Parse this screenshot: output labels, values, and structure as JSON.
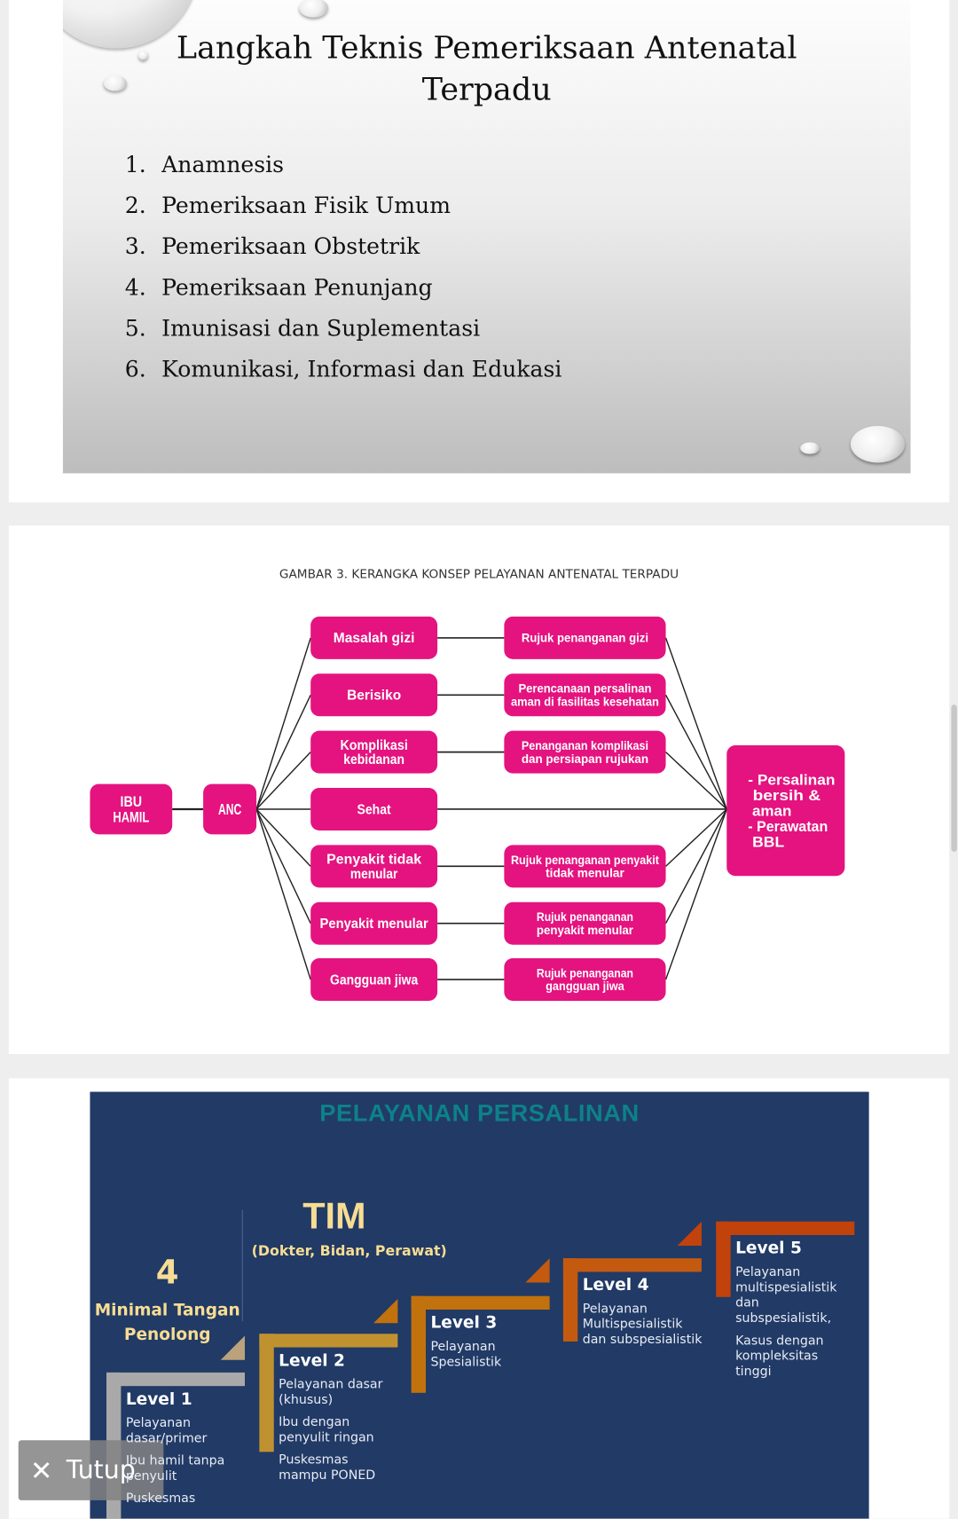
{
  "slide1": {
    "title_line1": "Langkah Teknis Pemeriksaan Antenatal",
    "title_line2": "Terpadu",
    "items": [
      {
        "num": "1.",
        "text": "Anamnesis"
      },
      {
        "num": "2.",
        "text": "Pemeriksaan Fisik Umum"
      },
      {
        "num": "3.",
        "text": "Pemeriksaan Obstetrik"
      },
      {
        "num": "4.",
        "text": "Pemeriksaan Penunjang"
      },
      {
        "num": "5.",
        "text": "Imunisasi dan Suplementasi"
      },
      {
        "num": "6.",
        "text": "Komunikasi, Informasi dan Edukasi"
      }
    ]
  },
  "diagram": {
    "caption": "GAMBAR 3. KERANGKA KONSEP PELAYANAN ANTENATAL TERPADU",
    "start": "IBU\nHAMIL",
    "anc": "ANC",
    "conditions": [
      "Masalah gizi",
      "Berisiko",
      "Komplikasi\nkebidanan",
      "Sehat",
      "Penyakit tidak\nmenular",
      "Penyakit menular",
      "Gangguan jiwa"
    ],
    "actions": [
      "Rujuk penanganan gizi",
      "Perencanaan persalinan\naman di fasilitas kesehatan",
      "Penanganan komplikasi\ndan persiapan rujukan",
      null,
      "Rujuk penanganan penyakit\ntidak menular",
      "Rujuk penanganan\npenyakit menular",
      "Rujuk penanganan\ngangguan jiwa"
    ],
    "outcome": "- Persalinan\n  bersih &\n  aman\n- Perawatan\n  BBL",
    "color": "#e4137f"
  },
  "stair": {
    "title": "PELAYANAN PERSALINAN",
    "tim": "TIM",
    "tim_sub": "(Dokter, Bidan, Perawat)",
    "four": "4",
    "four_sub1": "Minimal Tangan",
    "four_sub2": "Penolong",
    "levels": [
      {
        "name": "Level 1",
        "desc": [
          "Pelayanan\ndasar/primer",
          "Ibu hamil tanpa\npenyulit",
          "Puskesmas"
        ],
        "color": "#a9a9a9"
      },
      {
        "name": "Level 2",
        "desc": [
          "Pelayanan dasar\n(khusus)",
          "Ibu dengan\npenyulit ringan",
          "Puskesmas\nmampu  PONED"
        ],
        "color": "#c0922f"
      },
      {
        "name": "Level 3",
        "desc": [
          "Pelayanan\nSpesialistik"
        ],
        "color": "#c2720c"
      },
      {
        "name": "Level 4",
        "desc": [
          "Pelayanan\nMultispesialistik\ndan subspesialistik"
        ],
        "color": "#c45a10"
      },
      {
        "name": "Level 5",
        "desc": [
          "Pelayanan\nmultispesialistik\ndan\nsubspesialistik,",
          "Kasus dengan\nkompleksitas\ntinggi"
        ],
        "color": "#c2420b"
      }
    ]
  },
  "toast": {
    "close_icon": "close-icon",
    "label": "Tutup"
  }
}
